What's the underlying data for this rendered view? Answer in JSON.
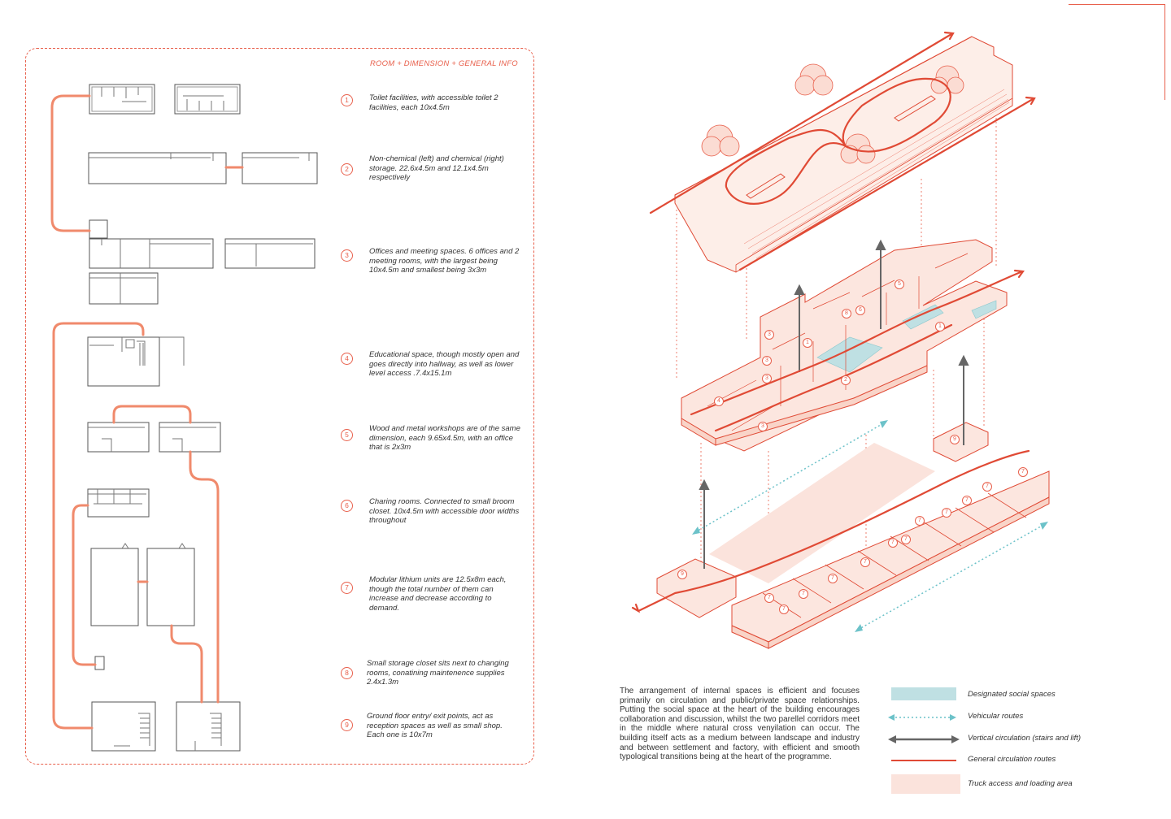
{
  "panel": {
    "title": "ROOM + DIMENSION + GENERAL INFO"
  },
  "rooms": [
    {
      "num": "1",
      "text": "Toilet facilities, with accessible toilet 2 facilities, each 10x4.5m"
    },
    {
      "num": "2",
      "text": "Non-chemical (left) and chemical (right) storage. 22.6x4.5m and 12.1x4.5m respectively"
    },
    {
      "num": "3",
      "text": "Offices and meeting spaces. 6 offices and 2 meeting rooms, with the largest being 10x4.5m and smallest being 3x3m"
    },
    {
      "num": "4",
      "text": "Educational space, though mostly open and goes directly into hallway, as well as lower level access .7.4x15.1m"
    },
    {
      "num": "5",
      "text": "Wood and metal workshops are of the same dimension, each 9.65x4.5m, with an office that is 2x3m"
    },
    {
      "num": "6",
      "text": "Charing rooms. Connected to small broom closet. 10x4.5m with accessible door widths throughout"
    },
    {
      "num": "7",
      "text": "Modular lithium units are 12.5x8m each, though the total number of them can increase and decrease according to demand."
    },
    {
      "num": "8",
      "text": "Small storage closet sits next to changing rooms, conatining maintenence supplies 2.4x1.3m"
    },
    {
      "num": "9",
      "text": "Ground floor entry/ exit points, act as reception spaces as well as small shop. Each one is 10x7m"
    }
  ],
  "description": "The arrangement of internal spaces is efficient and focuses primarily on circulation and public/private space relationships. Putting the social space at the heart of the building encourages collaboration and discussion, whilst the two parellel corridors meet in the middle where natural cross venyilation can occur. The building itself acts as a medium between landscape and industry and between settlement and factory, with efficient and smooth typological transitions being at the heart of the programme.",
  "legend": [
    {
      "label": "Designated social spaces",
      "swatch": "social"
    },
    {
      "label": "Vehicular routes",
      "swatch": "vehicular"
    },
    {
      "label": "Vertical circulation (stairs and lift)",
      "swatch": "vertical"
    },
    {
      "label": "General circulation routes",
      "swatch": "general"
    },
    {
      "label": "Truck access and loading area",
      "swatch": "truck"
    }
  ],
  "diagram_labels": {
    "upper_floor": [
      "1",
      "1",
      "2",
      "3",
      "3",
      "3",
      "3",
      "4",
      "5",
      "6",
      "8"
    ],
    "ground_floor": [
      "7",
      "7",
      "7",
      "7",
      "7",
      "7",
      "7",
      "7",
      "7",
      "7",
      "7",
      "7",
      "9",
      "9"
    ]
  },
  "colors": {
    "accent": "#e8604c",
    "route": "#e04a35",
    "social": "#bfe0e3",
    "vehicular": "#6cc2c9",
    "vertical": "#666666",
    "truck": "#fbe3dc",
    "roof_fill": "#fdeee8"
  }
}
